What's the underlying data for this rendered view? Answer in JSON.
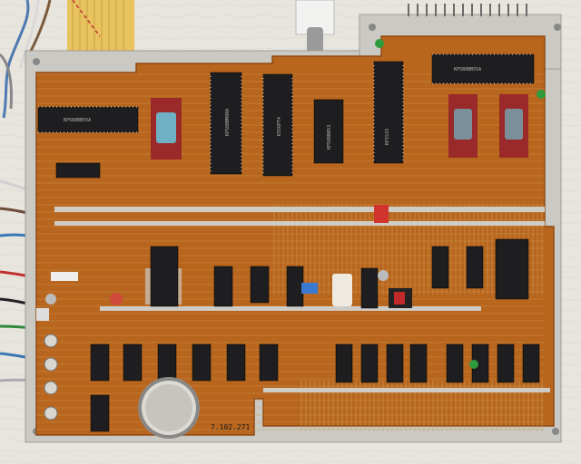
{
  "photo": {
    "subject": "Printed circuit board",
    "colors": {
      "background": "#e9e6df",
      "pcb": "#b8651e",
      "pcb_dark": "#8f4a12",
      "trace": "#c9a35a",
      "silver": "#c9c7c2",
      "chip": "#1e1d1f",
      "eprom": "#9a2a2a",
      "cable_yellow": "#e9c35e"
    }
  },
  "labels": {
    "board_code": "7.102.271",
    "chip_top_left": "КР580ВВ55А",
    "chip_top_right": "КР580ВВ55А",
    "chip_cpu": "КР580ВМ80А",
    "chip_ram": "К556РТ4",
    "chip_ppi": "КР580ВИ53",
    "chip_kr": "КР1533"
  }
}
